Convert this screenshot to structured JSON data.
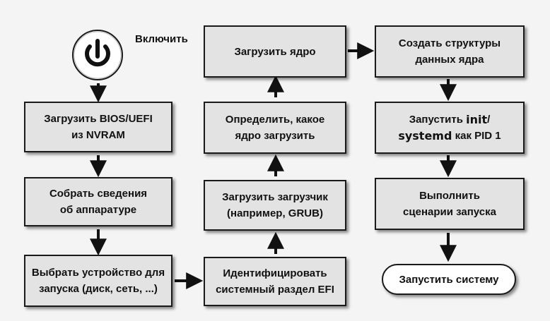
{
  "power": {
    "icon": "power-icon",
    "label": "Включить"
  },
  "steps": {
    "load_firmware": "Загрузить BIOS/UEFI\nиз NVRAM",
    "collect_hw": "Собрать сведения\nоб аппаратуре",
    "select_device": "Выбрать устройство для\nзапуска (диск, сеть, ...)",
    "identify_efi": "Идентифицировать\nсистемный раздел EFI",
    "load_loader": "Загрузить загрузчик\n(например, GRUB)",
    "determine_kernel": "Определить, какое\nядро загрузить",
    "load_kernel": "Загрузить ядро",
    "create_structs": "Создать структуры\nданных ядра",
    "start_init_prefix": "Запустить ",
    "start_init_code1": "init",
    "start_init_slash": "/",
    "start_init_code2": "systemd",
    "start_init_suffix": " как PID 1",
    "run_scripts": "Выполнить\nсценарии запуска",
    "run_system": "Запустить систему"
  },
  "colors": {
    "box_fill": "#e3e3e3",
    "border": "#1a1a1a",
    "pill_fill": "#ffffff",
    "background": "#f4f4f4"
  }
}
